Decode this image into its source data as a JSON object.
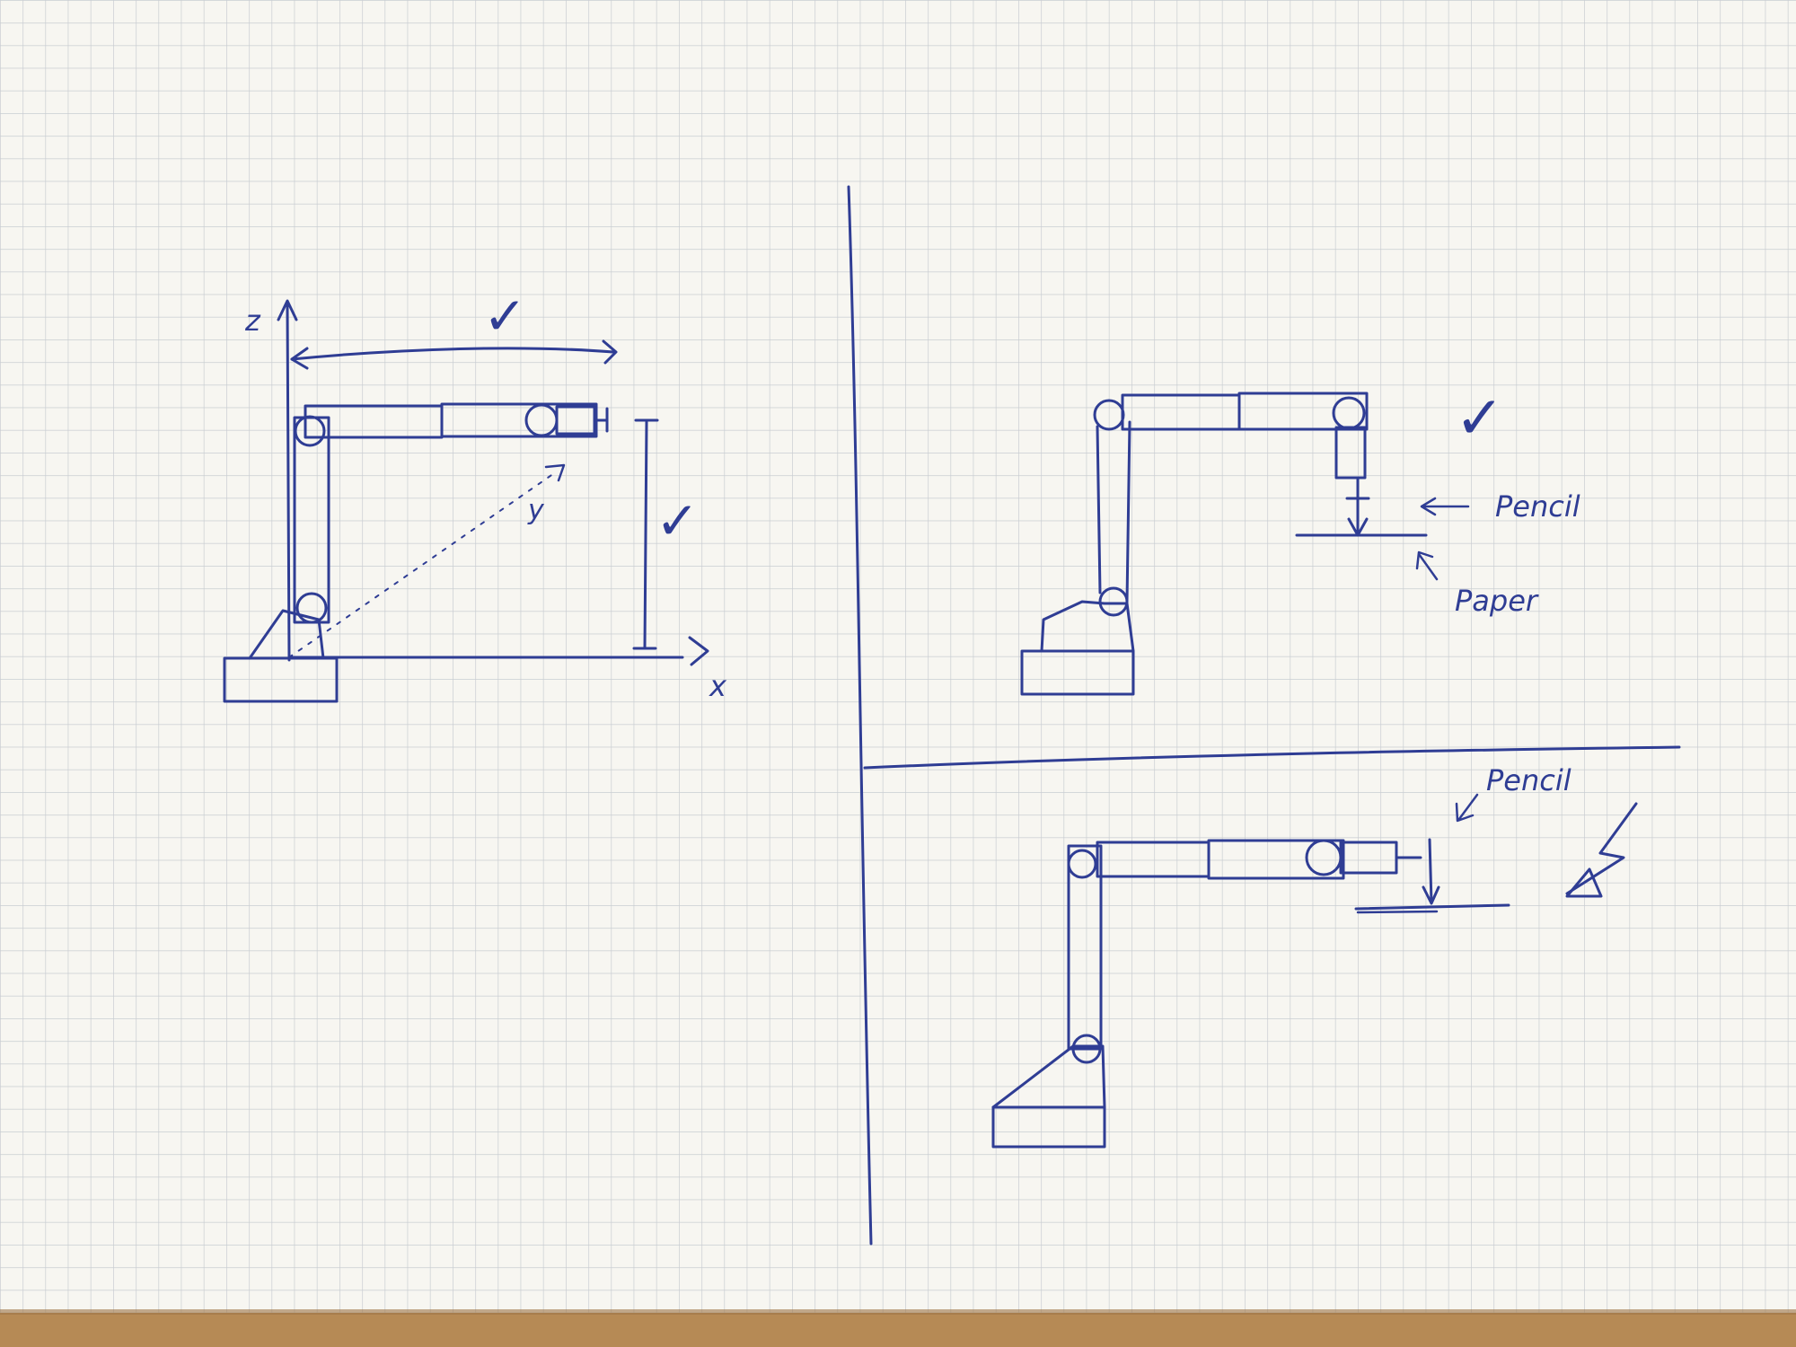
{
  "labels": {
    "z_axis": "z",
    "x_axis": "x",
    "y_axis": "y",
    "pencil_upper": "Pencil",
    "paper_upper": "Paper",
    "pencil_lower": "Pencil"
  },
  "marks": {
    "check": "✓"
  },
  "colors": {
    "ink": "#2f3d94",
    "paper": "#f7f6f1",
    "grid": "#c9cdd2",
    "table": "#b68a55"
  }
}
